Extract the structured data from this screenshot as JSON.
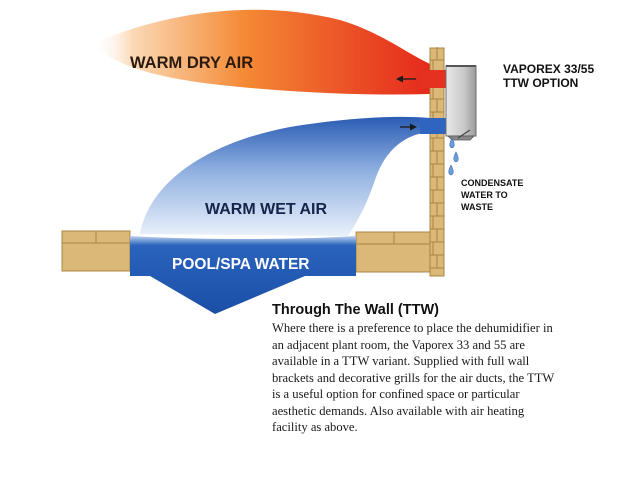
{
  "diagram": {
    "labels": {
      "warm_dry_air": "WARM DRY AIR",
      "warm_wet_air": "WARM WET AIR",
      "pool_water": "POOL/SPA WATER",
      "product": [
        "VAPOREX 33/55",
        "TTW OPTION"
      ],
      "condensate": [
        "CONDENSATE",
        "WATER TO",
        "WASTE"
      ]
    },
    "colors": {
      "dry_air_red": "#e8321e",
      "dry_air_orange": "#f48a35",
      "wet_air_blue": "#2f62b8",
      "pool_blue": "#1e56b0",
      "brick": "#d9b878",
      "brick_line": "#a98543"
    }
  },
  "section": {
    "title": "Through The Wall (TTW)",
    "body_lines": [
      "Where there is a preference to place the dehumidifier in",
      "an adjacent plant room, the Vaporex 33 and 55 are",
      "available in a TTW variant. Supplied with full wall",
      "brackets and decorative grills for the air ducts, the TTW",
      "is a useful option for confined space or particular",
      "aesthetic demands. Also available with air heating",
      "facility as above."
    ]
  }
}
